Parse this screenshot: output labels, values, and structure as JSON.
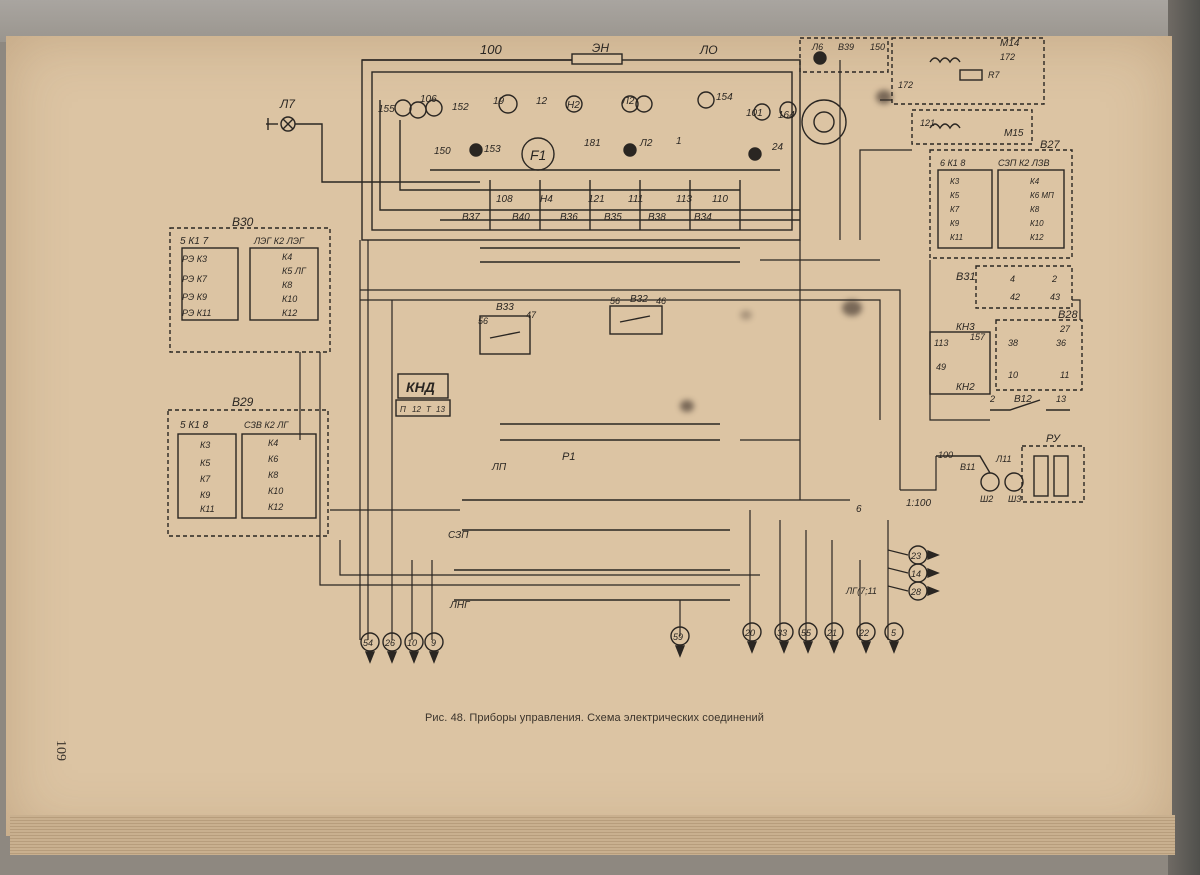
{
  "caption": "Рис. 48. Приборы управления. Схема электрических соединений",
  "page_number": "109",
  "panel": {
    "top_labels": {
      "left": "100",
      "mid": "ЭН",
      "right": "ЛО"
    },
    "lamp_left": "Л7",
    "gauges": [
      "155",
      "106",
      "152",
      "19",
      "12",
      "Н2",
      "Л2",
      "154",
      "101",
      "164"
    ],
    "row_numbers": [
      "150",
      "153",
      "181",
      "Л2",
      "1",
      "24"
    ],
    "switch_numbers": [
      "108",
      "Н4",
      "121",
      "111",
      "113",
      "110"
    ],
    "switch_labels": [
      "В37",
      "В40",
      "В36",
      "В35",
      "В38",
      "В34"
    ],
    "meter_label": "F1"
  },
  "blocks": {
    "b30": {
      "title": "В30",
      "lines": [
        "5 К1 7",
        "РЭ К3",
        "РЭ К7",
        "РЭ К9",
        "РЭ К11"
      ],
      "right_lines": [
        "ЛЭГ К2 ЛЭГ",
        "К4",
        "К5 ЛГ",
        "К8",
        "К10",
        "К12"
      ]
    },
    "b29": {
      "title": "В29",
      "lines": [
        "5 К1 8",
        "К3",
        "К5",
        "К7",
        "К9",
        "К11"
      ],
      "right_lines": [
        "СЗВ К2 ЛГ",
        "К4",
        "К6",
        "К8",
        "К10",
        "К12"
      ]
    },
    "b27": {
      "title": "В27",
      "lines": [
        "6 К1 8",
        "К3",
        "К5",
        "К7",
        "К9",
        "К11"
      ],
      "right_lines": [
        "СЗП К2 ЛЗВ",
        "К4",
        "К6 МП",
        "К8",
        "К10",
        "К12"
      ]
    },
    "b31": {
      "title": "В31",
      "nums": [
        "4",
        "2",
        "42",
        "43"
      ]
    },
    "b28": {
      "title": "В28",
      "nums": [
        "27",
        "38",
        "36",
        "10",
        "11"
      ],
      "kn3": "КН3",
      "kn2": "КН2",
      "n113": "113",
      "n157": "157",
      "n49": "49"
    },
    "b12": {
      "left": "2",
      "label": "В12",
      "right": "13"
    },
    "b33": {
      "left": "56",
      "label": "В33",
      "right": "47"
    },
    "b32": {
      "left": "56",
      "label": "В32",
      "right": "46"
    },
    "knd": {
      "label": "КНД",
      "pins": [
        "П",
        "12",
        "Т",
        "13"
      ]
    },
    "top_right": {
      "l6": "Л6",
      "b39": "В39",
      "n150": "150",
      "m14": "М14",
      "n172a": "172",
      "n172b": "172",
      "r7": "R7",
      "n121": "121",
      "m15": "М15"
    },
    "ru": {
      "label": "РУ"
    },
    "lamps": {
      "n100": "100",
      "b11": "В11",
      "l11": "Л11",
      "sh2": "Ш2",
      "sh3": "Ш3",
      "n6": "6",
      "ratio": "1:100",
      "lg": "ЛГ(7;11"
    }
  },
  "connectors": {
    "bottom": [
      "54",
      "26",
      "10",
      "9",
      "59",
      "20",
      "33",
      "55",
      "21",
      "22",
      "5"
    ],
    "right": [
      "23",
      "14",
      "28"
    ]
  },
  "terminal_rows": {
    "row1_label": "Р1",
    "row1_left": "ЛП",
    "row2_left": "СЗП",
    "row3_left": "ЛНГ"
  }
}
